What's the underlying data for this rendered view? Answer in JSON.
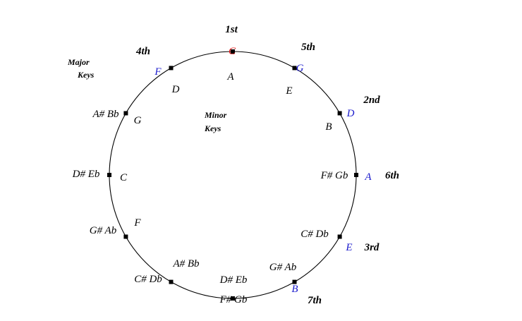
{
  "colors": {
    "ink": "#000000",
    "major_accent": "#1a1acc",
    "tonic_accent": "#e01010"
  },
  "legend": {
    "major_line1": "Major",
    "major_line2": "Keys",
    "minor_line1": "Minor",
    "minor_line2": "Keys"
  },
  "positions": [
    {
      "major": "C",
      "minor": "A",
      "degree": "1st",
      "major_color": "tonic_accent"
    },
    {
      "major": "G",
      "minor": "E",
      "degree": "5th",
      "major_color": "major_accent"
    },
    {
      "major": "D",
      "minor": "B",
      "degree": "2nd",
      "major_color": "major_accent"
    },
    {
      "major": "A",
      "minor": "F# Gb",
      "degree": "6th",
      "major_color": "major_accent"
    },
    {
      "major": "E",
      "minor": "C# Db",
      "degree": "3rd",
      "major_color": "major_accent"
    },
    {
      "major": "B",
      "minor": "G# Ab",
      "degree": "7th",
      "major_color": "major_accent"
    },
    {
      "major": "F# Gb",
      "minor": "D# Eb",
      "degree": "",
      "major_color": "ink"
    },
    {
      "major": "C# Db",
      "minor": "A# Bb",
      "degree": "",
      "major_color": "ink"
    },
    {
      "major": "G# Ab",
      "minor": "F",
      "degree": "",
      "major_color": "ink"
    },
    {
      "major": "D# Eb",
      "minor": "C",
      "degree": "",
      "major_color": "ink"
    },
    {
      "major": "A# Bb",
      "minor": "G",
      "degree": "",
      "major_color": "ink"
    },
    {
      "major": "F",
      "minor": "D",
      "degree": "4th",
      "major_color": "major_accent"
    }
  ]
}
